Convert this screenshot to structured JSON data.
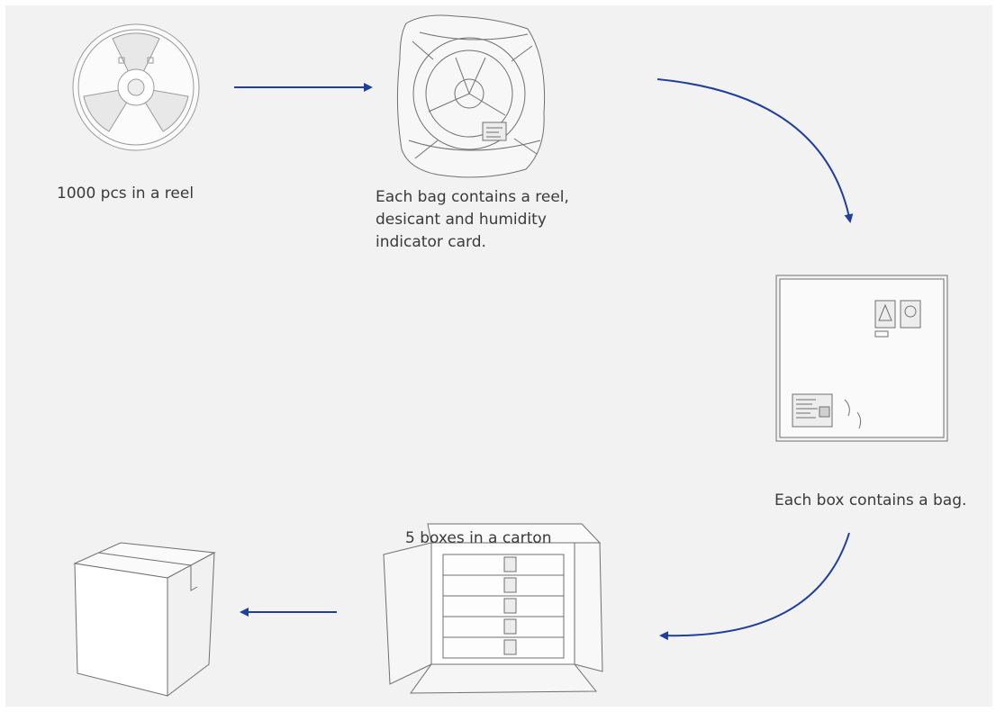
{
  "steps": {
    "reel": {
      "caption": "1000 pcs in a reel",
      "icon": "tape-reel-illustration"
    },
    "bag": {
      "caption_lines": [
        "Each bag contains a reel,",
        "desicant and humidity",
        "indicator card."
      ],
      "icon": "moisture-barrier-bag-illustration"
    },
    "box": {
      "caption": "Each box contains a bag.",
      "icon": "cardboard-box-illustration"
    },
    "carton": {
      "caption": "5 boxes in a carton",
      "icon": "open-carton-illustration"
    },
    "sealed_carton": {
      "icon": "sealed-carton-illustration"
    }
  },
  "colors": {
    "background": "#f2f2f2",
    "arrow": "#1f3f9a",
    "caption_text": "#3a3a3a",
    "sketch_line": "#6f6f6f"
  }
}
